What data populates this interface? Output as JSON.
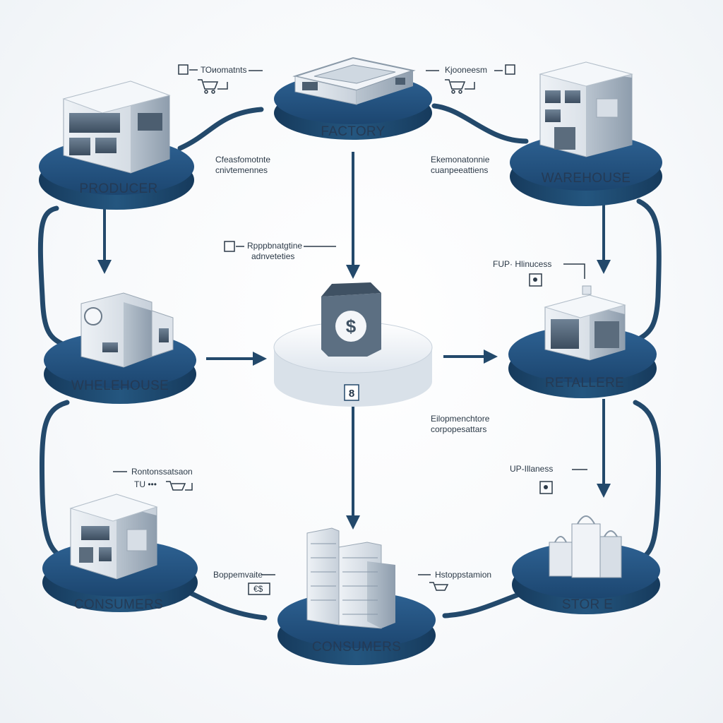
{
  "nodes": {
    "producer": {
      "label": "PRODUCER"
    },
    "factory": {
      "label": "FACTORY"
    },
    "warehouse": {
      "label": "WAREHOUSE"
    },
    "wholehouse": {
      "label": "WHELEHOUSE"
    },
    "center": {
      "label": "",
      "marker": "8"
    },
    "retailer": {
      "label": "RETALLERE"
    },
    "consumers_left": {
      "label": "CONSUMERS"
    },
    "consumers_bottom": {
      "label": "CONSUMERS"
    },
    "store": {
      "label": "STOR E"
    }
  },
  "annotations": {
    "top_left_tag": "ТОиоmatnts",
    "top_right_tag": "Kjooneesm",
    "producer_factory_note_1": "Cfeasfomotnte",
    "producer_factory_note_2": "cnivtemennes",
    "factory_warehouse_note_1": "Ekemonatonnie",
    "factory_warehouse_note_2": "cuanpeeattiens",
    "center_top_note_1": "Rpppbnatgtine",
    "center_top_note_2": "adnveteties",
    "retail_tag": "FUP· Hlinucess",
    "center_right_note_1": "Eilopmenchtore",
    "center_right_note_2": "corpopesattars",
    "store_tag": "UP-Illaness",
    "consumers_tag_1": "Rontonssatsaon",
    "consumers_tag_2": "TU •••",
    "bottom_left_note": "Boppemvaite",
    "bottom_left_price": "€$",
    "bottom_right_note": "Hstoppstamion"
  },
  "icons": {
    "center_bag": "dollar-bag-icon",
    "cart": "shopping-cart-icon"
  },
  "colors": {
    "platform_dark": "#1f4e79",
    "platform_light": "#e4eaf0",
    "arrow": "#23496b",
    "label": "#243a55"
  }
}
